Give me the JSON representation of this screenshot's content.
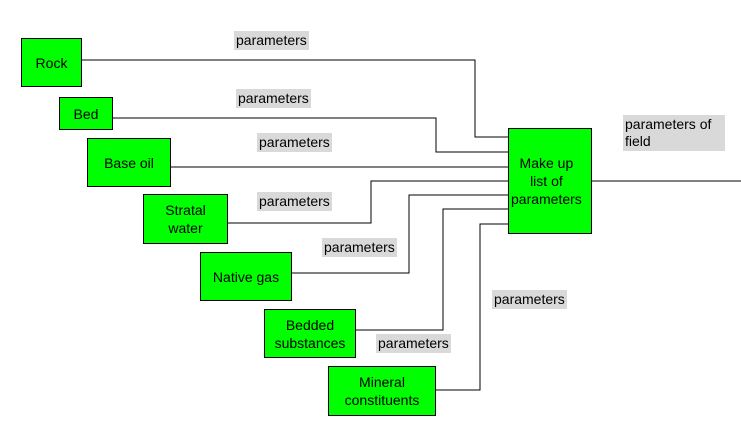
{
  "colors": {
    "node_fill": "#00ff00",
    "label_highlight": "#d9d9d9",
    "line": "#000000"
  },
  "nodes": {
    "rock": "Rock",
    "bed": "Bed",
    "base_oil": "Base oil",
    "stratal_water": "Stratal\nwater",
    "native_gas": "Native gas",
    "bedded_substances": "Bedded\nsubstances",
    "mineral_constituents": "Mineral\nconstituents",
    "make_up": "Make up\nlist of\nparameters"
  },
  "labels": {
    "rock": "parameters",
    "bed": "parameters",
    "base_oil": "parameters",
    "stratal_water": "parameters",
    "native_gas": "parameters",
    "bedded_substances": "parameters",
    "mineral_constituents": "parameters",
    "output": "parameters of\nfield"
  }
}
